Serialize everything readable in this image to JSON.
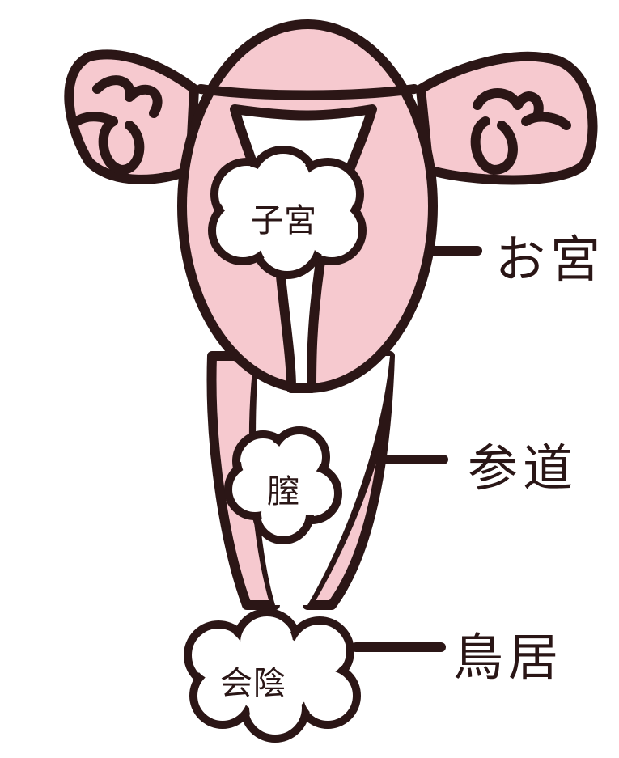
{
  "colors": {
    "pink": "#f6c9cf",
    "outline": "#2b1616",
    "white": "#ffffff"
  },
  "inner_labels": {
    "uterus": "子宮",
    "vagina": "膣",
    "perineum": "会陰"
  },
  "side_labels": {
    "shrine": "お宮",
    "approach": "参道",
    "torii": "鳥居"
  }
}
